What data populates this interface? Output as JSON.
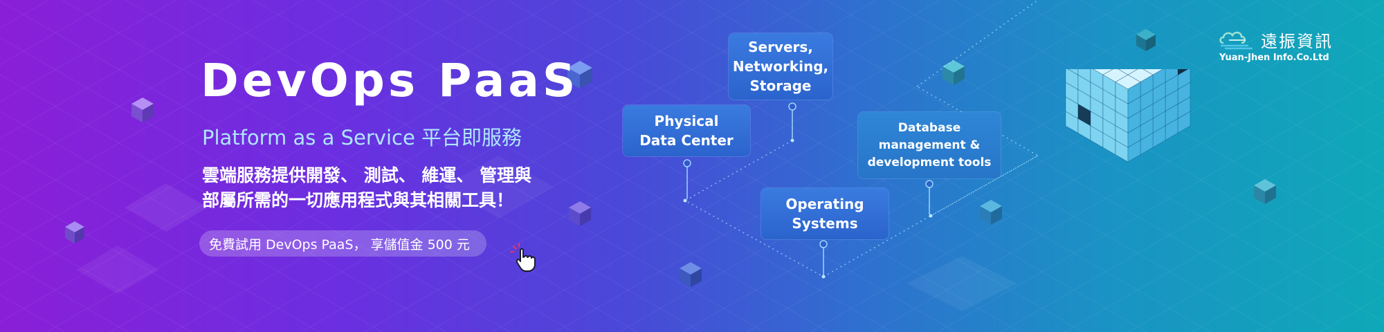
{
  "hero": {
    "title": "DevOps PaaS",
    "subtitle": "Platform as a Service 平台即服務",
    "description": [
      "雲端服務提供開發、 測試、 維運、 管理與",
      "部屬所需的一切應用程式與其相關工具！"
    ],
    "cta_label": "免費試用 DevOps PaaS， 享儲值金 500 元"
  },
  "diagram": {
    "nodes": {
      "servers": [
        "Servers,",
        "Networking,",
        "Storage"
      ],
      "physical": [
        "Physical",
        "Data Center"
      ],
      "database": [
        "Database",
        "management &",
        "development tools"
      ],
      "operating": [
        "Operating",
        "Systems"
      ]
    }
  },
  "brand": {
    "name_cn": "遠振資訊",
    "name_en": "Yuan-Jhen Info.Co.Ltd"
  },
  "icons": [
    "hand-pointer-icon",
    "cloud-logo-icon"
  ],
  "colors": {
    "gradient_start": "#8a1fd8",
    "gradient_end": "#0fa8b8",
    "node_bg": "#2f6fd0",
    "subtitle": "#aee6ff",
    "cube": "#7fd4f2"
  }
}
